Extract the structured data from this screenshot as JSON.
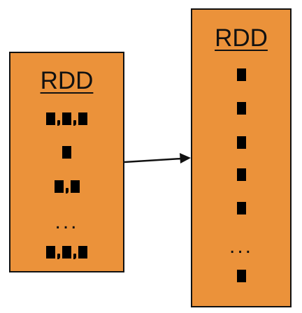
{
  "colors": {
    "box_fill": "#EB923A",
    "border": "#111111",
    "element_mark": "#000000"
  },
  "source_rdd": {
    "title": "RDD",
    "partitions": [
      {
        "kind": "elements",
        "count": 3
      },
      {
        "kind": "elements",
        "count": 1
      },
      {
        "kind": "elements",
        "count": 2
      },
      {
        "kind": "ellipsis",
        "text": "..."
      },
      {
        "kind": "elements",
        "count": 3
      }
    ]
  },
  "target_rdd": {
    "title": "RDD",
    "partitions": [
      {
        "kind": "elements",
        "count": 1
      },
      {
        "kind": "elements",
        "count": 1
      },
      {
        "kind": "elements",
        "count": 1
      },
      {
        "kind": "elements",
        "count": 1
      },
      {
        "kind": "elements",
        "count": 1
      },
      {
        "kind": "ellipsis",
        "text": "..."
      },
      {
        "kind": "elements",
        "count": 1
      }
    ]
  },
  "icons": {
    "element": "filled-square-icon",
    "transform": "arrow-right-icon"
  }
}
